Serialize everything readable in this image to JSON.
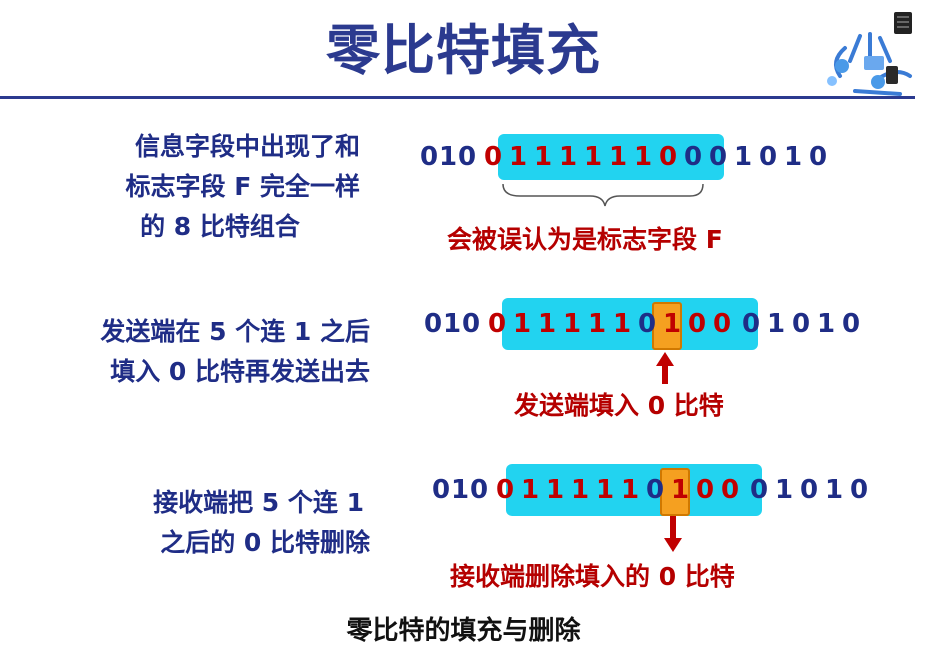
{
  "title": "零比特填充",
  "caption": "零比特的填充与删除",
  "sections": [
    {
      "description": [
        "信息字段中出现了和",
        "标志字段 F 完全一样",
        "的 8 比特组合"
      ],
      "bits_before": [
        "0",
        "1",
        "0"
      ],
      "bits_highlight": [
        "0",
        "1",
        "1",
        "1",
        "1",
        "1",
        "1",
        "0"
      ],
      "bits_after": [
        "0",
        "0",
        "1",
        "0",
        "1",
        "0"
      ],
      "note": "会被误认为是标志字段 F"
    },
    {
      "description": [
        "发送端在 5 个连 1 之后",
        "填入 0 比特再发送出去"
      ],
      "bits_before": [
        "0",
        "1",
        "0"
      ],
      "bits_highlight": [
        "0",
        "1",
        "1",
        "1",
        "1",
        "1",
        "0",
        "1",
        "0",
        "0"
      ],
      "bits_after": [
        "0",
        "1",
        "0",
        "1",
        "0"
      ],
      "stuffed_bit_index": 6,
      "note": "发送端填入 0 比特"
    },
    {
      "description": [
        "接收端把 5 个连 1",
        "之后的 0 比特删除"
      ],
      "bits_before": [
        "0",
        "1",
        "0"
      ],
      "bits_highlight": [
        "0",
        "1",
        "1",
        "1",
        "1",
        "1",
        "0",
        "1",
        "0",
        "0"
      ],
      "bits_after": [
        "0",
        "1",
        "0",
        "1",
        "0"
      ],
      "stuffed_bit_index": 6,
      "note": "接收端删除填入的 0 比特"
    }
  ],
  "colors": {
    "title": "#2b3a8f",
    "text": "#1f2d86",
    "highlight_bits": "#c00000",
    "highlight_box": "#22d3f0",
    "stuffed_box": "#f5a020",
    "note": "#b50000"
  }
}
